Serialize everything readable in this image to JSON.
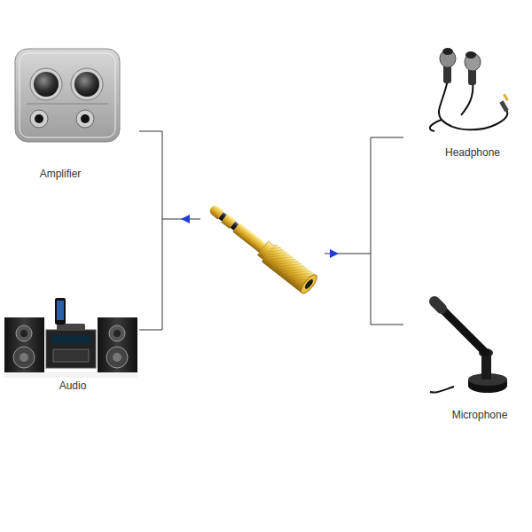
{
  "diagram": {
    "nodes": [
      {
        "text": [
          "Amplifier"
        ]
      },
      {
        "text": [
          "Audio"
        ]
      },
      {
        "text": [
          "Headphone"
        ]
      },
      {
        "text": [
          "Microphone"
        ]
      }
    ]
  }
}
